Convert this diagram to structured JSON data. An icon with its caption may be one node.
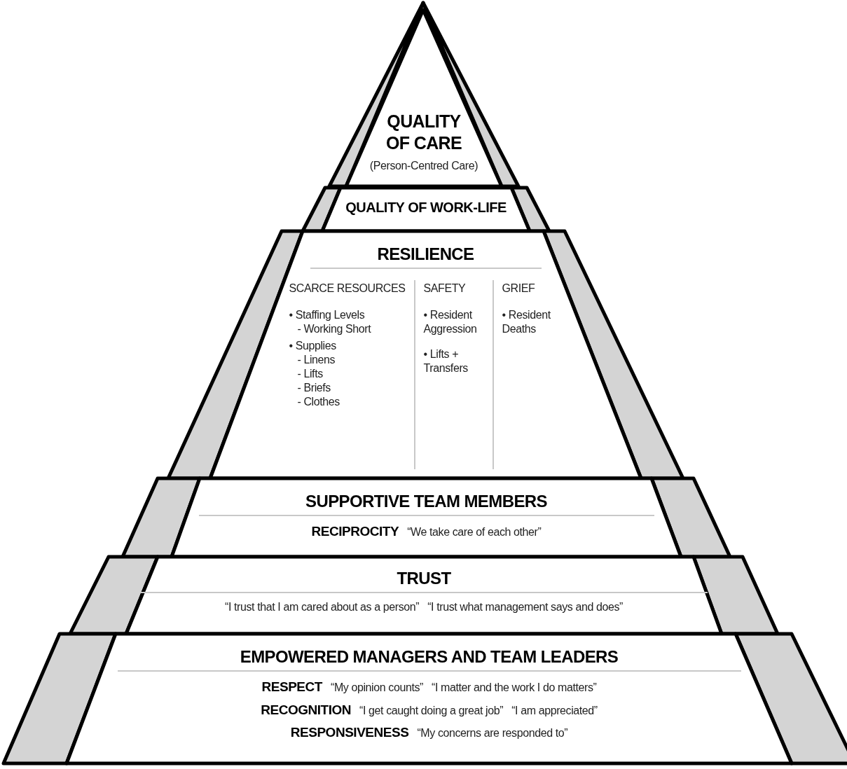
{
  "diagram": {
    "nodes": [
      {
        "text": [
          "QUALITY OF CARE",
          "(Person-Centred Care)"
        ]
      },
      {
        "text": [
          "QUALITY OF WORK-LIFE"
        ]
      },
      {
        "text": [
          "RESILIENCE",
          "SCARCE RESOURCES",
          "• Staffing Levels",
          "- Working Short",
          "• Supplies",
          "- Linens",
          "- Lifts",
          "- Briefs",
          "- Clothes",
          "SAFETY",
          "• Resident Aggression",
          "• Lifts + Transfers",
          "GRIEF",
          "• Resident Deaths"
        ]
      },
      {
        "text": [
          "SUPPORTIVE TEAM MEMBERS",
          "RECIPROCITY",
          "“We take care of each other”"
        ]
      },
      {
        "text": [
          "TRUST",
          "“I trust that I am cared about as a person”",
          "“I trust what management says and does”"
        ]
      },
      {
        "text": [
          "EMPOWERED MANAGERS AND TEAM LEADERS",
          "RESPECT",
          "“My opinion counts”",
          "“I matter and the work I do matters”",
          "RECOGNITION",
          "“I get caught doing a great job”",
          "“I am appreciated”",
          "RESPONSIVENESS",
          "“My concerns are responded to”"
        ]
      }
    ]
  }
}
